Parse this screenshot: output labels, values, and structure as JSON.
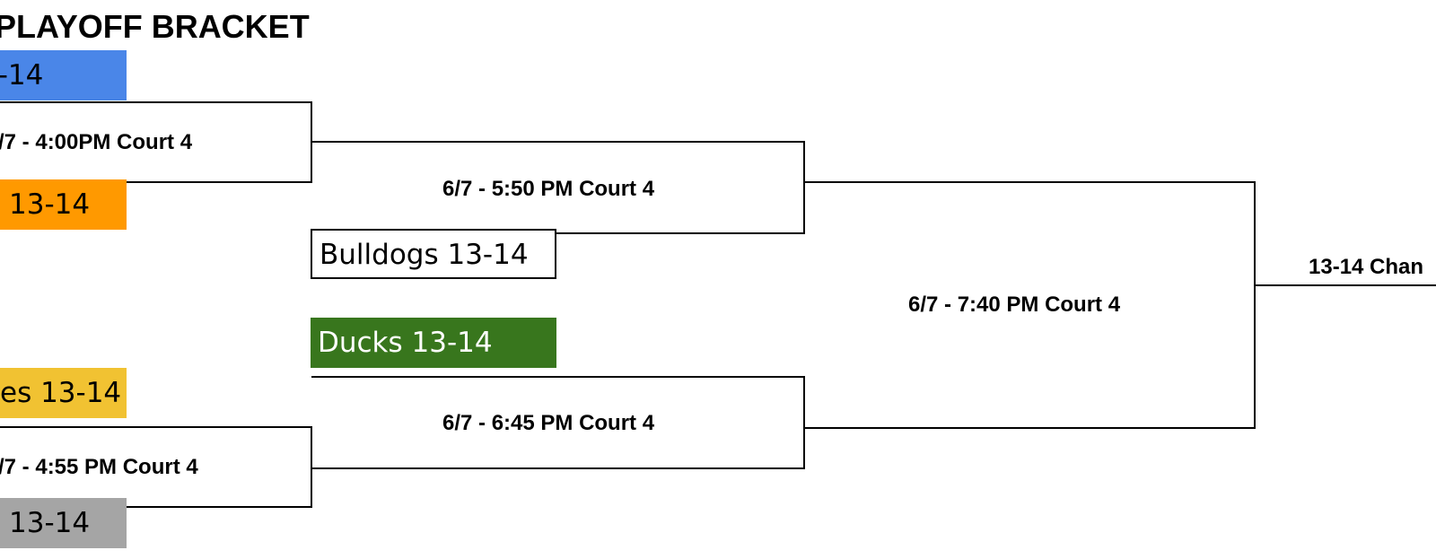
{
  "title": "PLAYOFF BRACKET",
  "teams": {
    "top_1": {
      "label": "3-14",
      "color": "#4a86e8"
    },
    "top_2": {
      "label": "13-14",
      "color": "#ff9900"
    },
    "bye_top": {
      "label": "Bulldogs 13-14",
      "color": "#ffffff"
    },
    "bye_bottom": {
      "label": "Ducks 13-14",
      "color": "#38761d"
    },
    "bottom_1": {
      "label": "es 13-14",
      "color": "#f1c232"
    },
    "bottom_2": {
      "label": "13-14",
      "color": "#a5a5a5"
    }
  },
  "matches": {
    "r1_top": "/7 - 4:00PM Court 4",
    "r1_bottom": "/7 - 4:55 PM Court 4",
    "r2_top": "6/7 - 5:50 PM Court 4",
    "r2_bottom": "6/7 - 6:45 PM Court 4",
    "semi": "6/7 - 7:40 PM Court 4",
    "final": "13-14 Chan"
  }
}
